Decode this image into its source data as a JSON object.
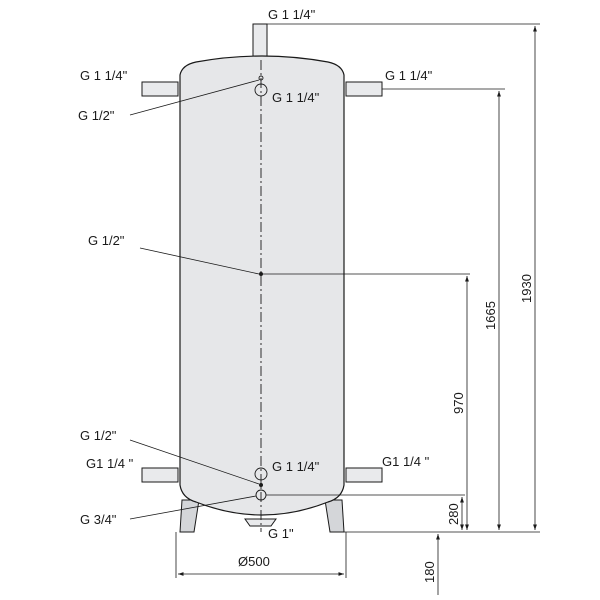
{
  "labels": {
    "top_connection": "G 1 1/4\"",
    "upper_left_connection": "G 1 1/4\"",
    "upper_right_connection": "G 1 1/4\"",
    "upper_sensor": "G 1/2\"",
    "upper_center_connection": "G 1 1/4\"",
    "middle_sensor": "G 1/2\"",
    "lower_sensor": "G 1/2\"",
    "lower_left_connection": "G1 1/4 \"",
    "lower_right_connection": "G1 1/4 \"",
    "lower_center_connection": "G 1 1/4\"",
    "drain_connection": "G 3/4\"",
    "bottom_connection": "G 1\""
  },
  "dimensions": {
    "diameter": "Ø500",
    "total_height": "1930",
    "upper_connection_height": "1665",
    "middle_sensor_height": "970",
    "lower_connection_height": "280",
    "leg_height": "180"
  }
}
